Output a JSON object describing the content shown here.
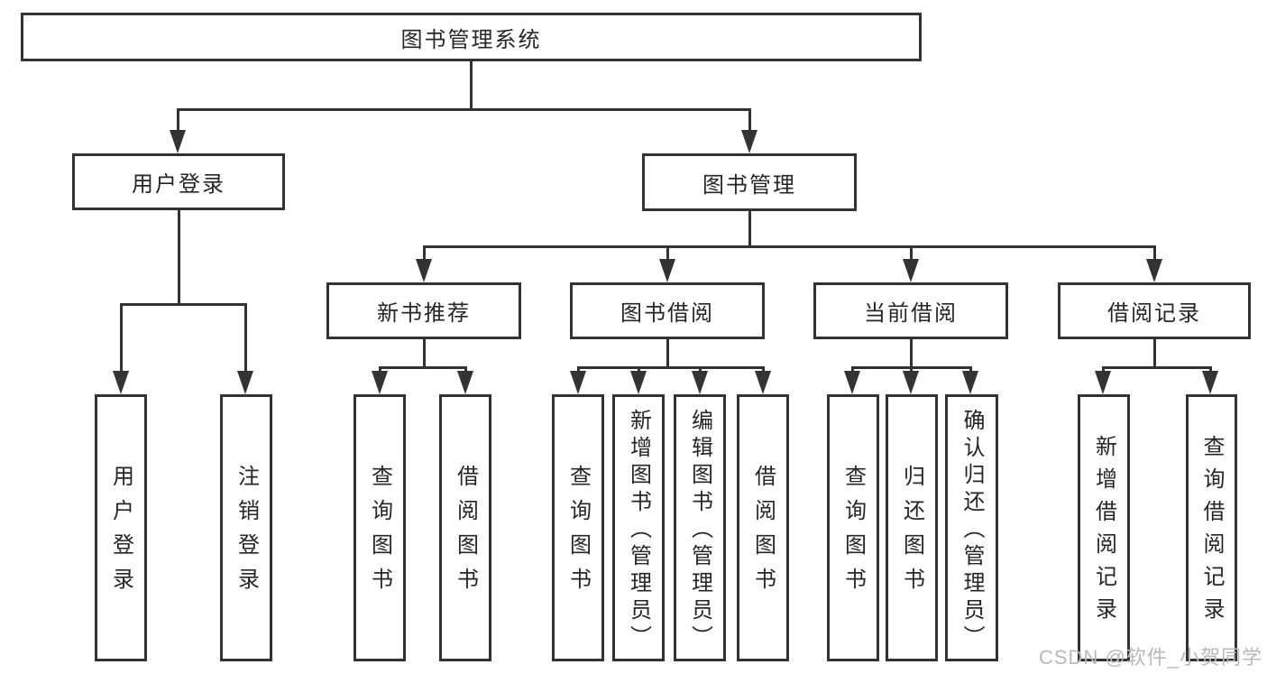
{
  "diagram": {
    "title": "图书管理系统",
    "root": {
      "label": "图书管理系统"
    },
    "level2": [
      {
        "label": "用户登录"
      },
      {
        "label": "图书管理"
      }
    ],
    "level3": [
      {
        "label": "新书推荐"
      },
      {
        "label": "图书借阅"
      },
      {
        "label": "当前借阅"
      },
      {
        "label": "借阅记录"
      }
    ],
    "leaves": [
      {
        "label": "用户登录",
        "parent": "用户登录"
      },
      {
        "label": "注销登录",
        "parent": "用户登录"
      },
      {
        "label": "查询图书",
        "parent": "新书推荐"
      },
      {
        "label": "借阅图书",
        "parent": "新书推荐"
      },
      {
        "label": "查询图书",
        "parent": "图书借阅"
      },
      {
        "label": "新增图书（管理员）",
        "parent": "图书借阅"
      },
      {
        "label": "编辑图书（管理员）",
        "parent": "图书借阅"
      },
      {
        "label": "借阅图书",
        "parent": "图书借阅"
      },
      {
        "label": "查询图书",
        "parent": "当前借阅"
      },
      {
        "label": "归还图书",
        "parent": "当前借阅"
      },
      {
        "label": "确认归还（管理员）",
        "parent": "当前借阅"
      },
      {
        "label": "新增借阅记录",
        "parent": "借阅记录"
      },
      {
        "label": "查询借阅记录",
        "parent": "借阅记录"
      }
    ]
  },
  "watermark": {
    "text": "CSDN @软件_小贺同学"
  },
  "colors": {
    "line": "#333333",
    "text": "#262626",
    "background": "#ffffff",
    "watermark": "#b9b9bc"
  }
}
